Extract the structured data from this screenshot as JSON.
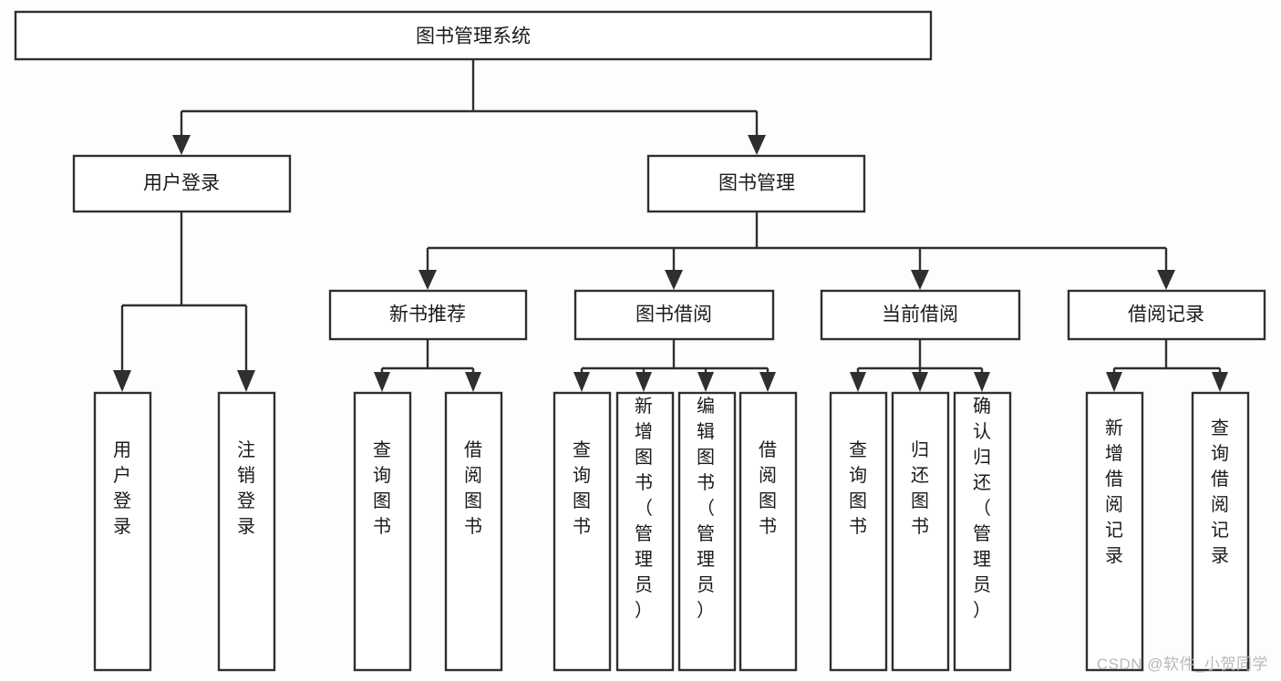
{
  "diagram": {
    "type": "tree",
    "title": "图书管理系统",
    "orientation": "top-down",
    "background_color": "#fdfdfd",
    "line_color": "#2f2f2f",
    "box_fill_color": "#ffffff",
    "text_color": "#1a1a1a"
  },
  "root": {
    "label": "图书管理系统",
    "id": "root"
  },
  "level2": [
    {
      "id": "user-login",
      "label": "用户登录"
    },
    {
      "id": "book-manage",
      "label": "图书管理"
    }
  ],
  "level3": [
    {
      "id": "new-book-recommend",
      "label": "新书推荐",
      "parent": "book-manage"
    },
    {
      "id": "book-borrow",
      "label": "图书借阅",
      "parent": "book-manage"
    },
    {
      "id": "current-borrow",
      "label": "当前借阅",
      "parent": "book-manage"
    },
    {
      "id": "borrow-record",
      "label": "借阅记录",
      "parent": "book-manage"
    }
  ],
  "leaves": [
    {
      "id": "leaf-user-login",
      "label": "用户登录",
      "parent": "user-login"
    },
    {
      "id": "leaf-user-logout",
      "label": "注销登录",
      "parent": "user-login"
    },
    {
      "id": "leaf-query-book-1",
      "label": "查询图书",
      "parent": "new-book-recommend"
    },
    {
      "id": "leaf-borrow-book-1",
      "label": "借阅图书",
      "parent": "new-book-recommend"
    },
    {
      "id": "leaf-query-book-2",
      "label": "查询图书",
      "parent": "book-borrow"
    },
    {
      "id": "leaf-add-book",
      "label": "新增图书（管理员）",
      "parent": "book-borrow"
    },
    {
      "id": "leaf-edit-book",
      "label": "编辑图书（管理员）",
      "parent": "book-borrow"
    },
    {
      "id": "leaf-borrow-book-2",
      "label": "借阅图书",
      "parent": "book-borrow"
    },
    {
      "id": "leaf-query-book-3",
      "label": "查询图书",
      "parent": "current-borrow"
    },
    {
      "id": "leaf-return-book",
      "label": "归还图书",
      "parent": "current-borrow"
    },
    {
      "id": "leaf-confirm-return",
      "label": "确认归还（管理员）",
      "parent": "current-borrow"
    },
    {
      "id": "leaf-add-record",
      "label": "新增借阅记录",
      "parent": "borrow-record"
    },
    {
      "id": "leaf-query-record",
      "label": "查询借阅记录",
      "parent": "borrow-record"
    }
  ],
  "watermark": {
    "text": "CSDN @软件_小贺同学"
  }
}
